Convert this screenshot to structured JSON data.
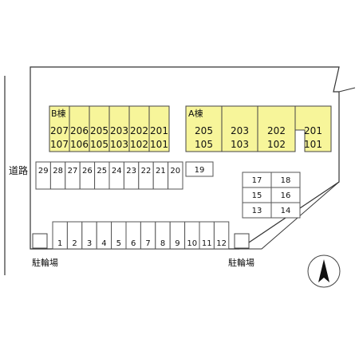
{
  "road": {
    "label": "道路"
  },
  "building_b": {
    "label": "B棟",
    "units": [
      {
        "upper": "207",
        "lower": "107"
      },
      {
        "upper": "206",
        "lower": "106"
      },
      {
        "upper": "205",
        "lower": "105"
      },
      {
        "upper": "203",
        "lower": "103"
      },
      {
        "upper": "202",
        "lower": "102"
      },
      {
        "upper": "201",
        "lower": "101"
      }
    ]
  },
  "building_a": {
    "label": "A棟",
    "units": [
      {
        "upper": "205",
        "lower": "105"
      },
      {
        "upper": "203",
        "lower": "103"
      },
      {
        "upper": "202",
        "lower": "102"
      },
      {
        "upper": "201",
        "lower": "101"
      }
    ]
  },
  "parking_top": [
    "29",
    "28",
    "27",
    "26",
    "25",
    "24",
    "23",
    "22",
    "21",
    "20",
    "19"
  ],
  "parking_bottom": [
    "1",
    "2",
    "3",
    "4",
    "5",
    "6",
    "7",
    "8",
    "9",
    "10",
    "11",
    "12"
  ],
  "parking_grid": [
    [
      "17",
      "18"
    ],
    [
      "15",
      "16"
    ],
    [
      "13",
      "14"
    ]
  ],
  "bicycle_parking": {
    "left_label": "駐輪場",
    "right_label": "駐輪場"
  },
  "colors": {
    "building_fill": "#f7f59a",
    "outline": "#333333",
    "background": "#ffffff"
  },
  "icons": {
    "compass": "north-arrow-icon"
  }
}
